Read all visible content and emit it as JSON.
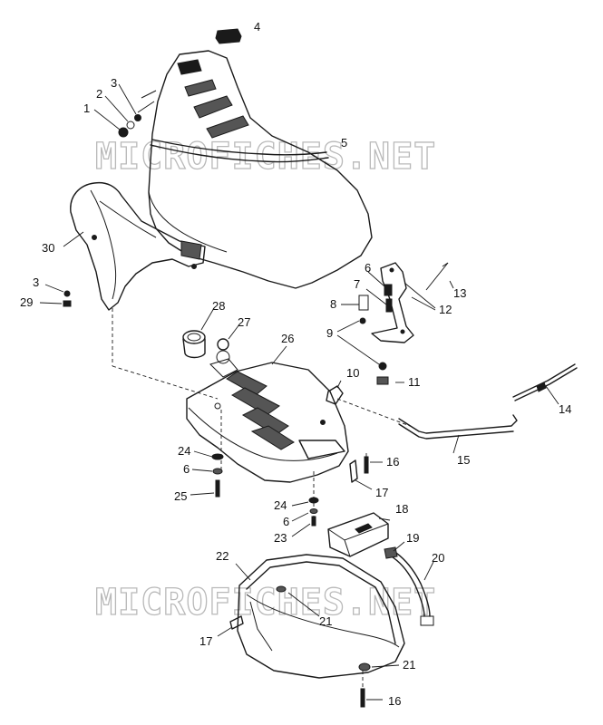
{
  "watermark_text": "MICROFICHES.NET",
  "callouts": [
    "1",
    "2",
    "3",
    "4",
    "5",
    "6",
    "7",
    "8",
    "9",
    "10",
    "11",
    "12",
    "13",
    "14",
    "15",
    "16",
    "17",
    "18",
    "19",
    "20",
    "21",
    "22",
    "23",
    "24",
    "25",
    "26",
    "27",
    "28",
    "29",
    "30"
  ],
  "callout_labels": {
    "c1": "1",
    "c2": "2",
    "c3a": "3",
    "c4": "4",
    "c5": "5",
    "c30": "30",
    "c3b": "3",
    "c29": "29",
    "c6a": "6",
    "c7": "7",
    "c8": "8",
    "c9": "9",
    "c13": "13",
    "c12": "12",
    "c10": "10",
    "c11": "11",
    "c14": "14",
    "c15": "15",
    "c28": "28",
    "c27": "27",
    "c26": "26",
    "c24a": "24",
    "c6b": "6",
    "c25": "25",
    "c16a": "16",
    "c17a": "17",
    "c24b": "24",
    "c6c": "6",
    "c23": "23",
    "c18": "18",
    "c19": "19",
    "c20": "20",
    "c22": "22",
    "c21a": "21",
    "c17b": "17",
    "c21b": "21",
    "c16b": "16"
  },
  "colors": {
    "line": "#1a1a1a",
    "watermark": "#b9b9b9",
    "background": "#ffffff"
  }
}
